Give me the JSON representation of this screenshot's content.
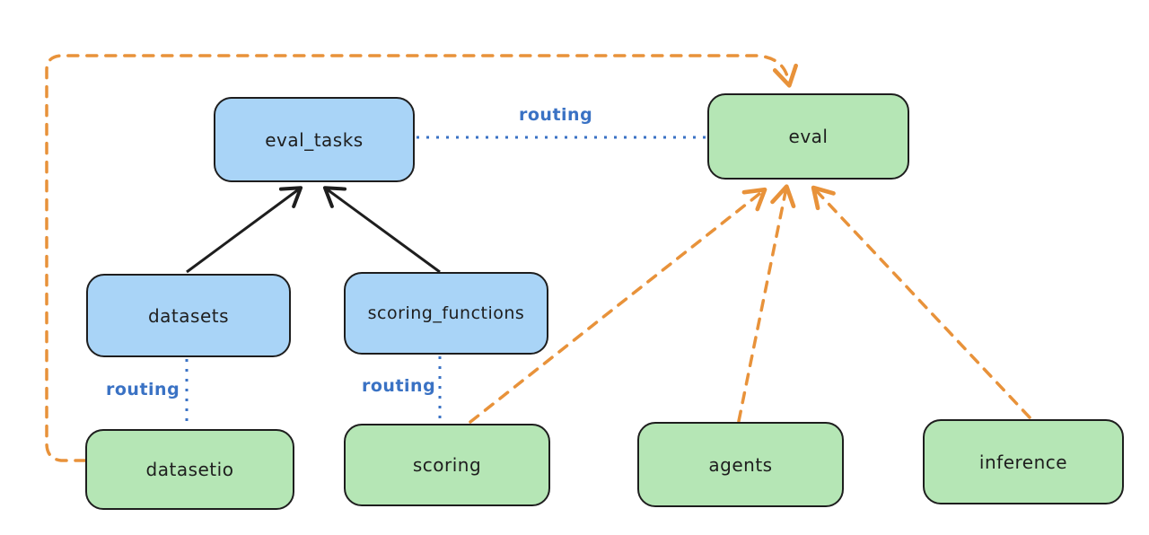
{
  "diagram": {
    "background": "#ffffff",
    "nodes": {
      "eval_tasks": {
        "label": "eval_tasks",
        "fill": "#a9d4f7"
      },
      "eval": {
        "label": "eval",
        "fill": "#b5e6b5"
      },
      "datasets": {
        "label": "datasets",
        "fill": "#a9d4f7"
      },
      "scoring_functions": {
        "label": "scoring_functions",
        "fill": "#a9d4f7"
      },
      "datasetio": {
        "label": "datasetio",
        "fill": "#b5e6b5"
      },
      "scoring": {
        "label": "scoring",
        "fill": "#b5e6b5"
      },
      "agents": {
        "label": "agents",
        "fill": "#b5e6b5"
      },
      "inference": {
        "label": "inference",
        "fill": "#b5e6b5"
      }
    },
    "edges": [
      {
        "from": "datasets",
        "to": "eval_tasks",
        "style": "solid-arrow",
        "color": "#1e1e1e"
      },
      {
        "from": "scoring_functions",
        "to": "eval_tasks",
        "style": "solid-arrow",
        "color": "#1e1e1e"
      },
      {
        "from": "eval_tasks",
        "to": "eval",
        "style": "dotted-line",
        "label": "routing",
        "color": "#3a72c4"
      },
      {
        "from": "datasets",
        "to": "datasetio",
        "style": "dotted-line",
        "label": "routing",
        "color": "#3a72c4"
      },
      {
        "from": "scoring_functions",
        "to": "scoring",
        "style": "dotted-line",
        "label": "routing",
        "color": "#3a72c4"
      },
      {
        "from": "datasetio",
        "to": "eval",
        "style": "dashed-arrow",
        "color": "#e8923a"
      },
      {
        "from": "scoring",
        "to": "eval",
        "style": "dashed-arrow",
        "color": "#e8923a"
      },
      {
        "from": "agents",
        "to": "eval",
        "style": "dashed-arrow",
        "color": "#e8923a"
      },
      {
        "from": "inference",
        "to": "eval",
        "style": "dashed-arrow",
        "color": "#e8923a"
      }
    ],
    "colors": {
      "stroke": "#1e1e1e",
      "blue_fill": "#a9d4f7",
      "green_fill": "#b5e6b5",
      "routing_blue": "#3a72c4",
      "orange": "#e8923a"
    }
  }
}
